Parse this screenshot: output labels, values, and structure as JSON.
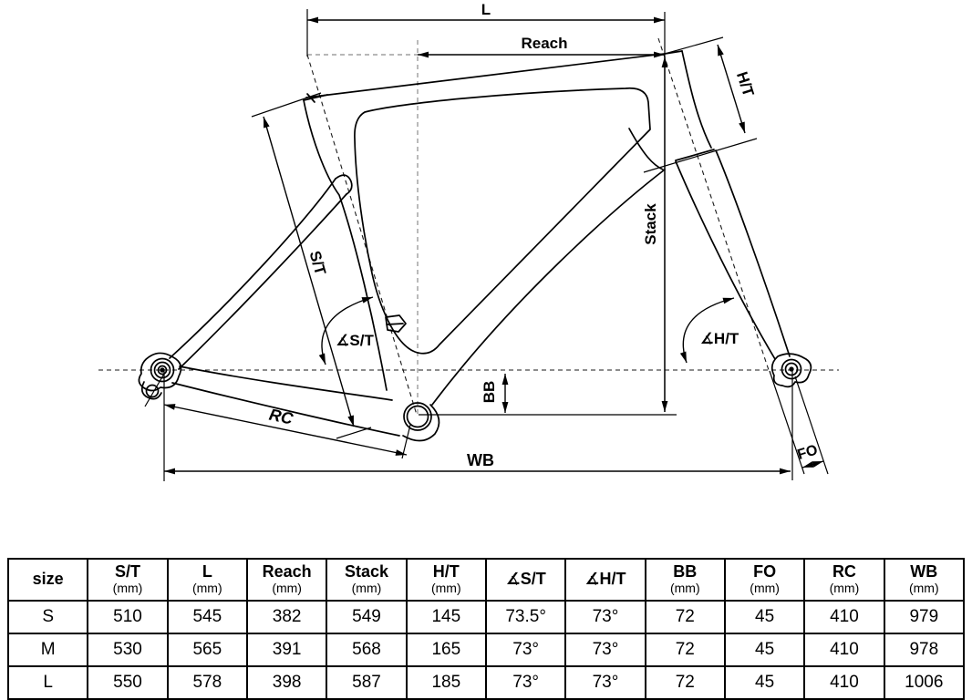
{
  "title": "Bicycle frame geometry diagram with size table",
  "diagram": {
    "labels": {
      "l": "L",
      "reach": "Reach",
      "ht": "H/T",
      "stack": "Stack",
      "st": "S/T",
      "angle_st": "∡S/T",
      "angle_ht": "∡H/T",
      "bb": "BB",
      "rc": "RC",
      "wb": "WB",
      "fo": "FO"
    },
    "colors": {
      "line": "#000000",
      "guide": "#8c8c8c",
      "background": "#ffffff"
    }
  },
  "table": {
    "columns": [
      {
        "label": "size",
        "sub": ""
      },
      {
        "label": "S/T",
        "sub": "(mm)"
      },
      {
        "label": "L",
        "sub": "(mm)"
      },
      {
        "label": "Reach",
        "sub": "(mm)"
      },
      {
        "label": "Stack",
        "sub": "(mm)"
      },
      {
        "label": "H/T",
        "sub": "(mm)"
      },
      {
        "label": "∡S/T",
        "sub": ""
      },
      {
        "label": "∡H/T",
        "sub": ""
      },
      {
        "label": "BB",
        "sub": "(mm)"
      },
      {
        "label": "FO",
        "sub": "(mm)"
      },
      {
        "label": "RC",
        "sub": "(mm)"
      },
      {
        "label": "WB",
        "sub": "(mm)"
      }
    ],
    "rows": [
      {
        "size": "S",
        "values": [
          "510",
          "545",
          "382",
          "549",
          "145",
          "73.5°",
          "73°",
          "72",
          "45",
          "410",
          "979"
        ]
      },
      {
        "size": "M",
        "values": [
          "530",
          "565",
          "391",
          "568",
          "165",
          "73°",
          "73°",
          "72",
          "45",
          "410",
          "978"
        ]
      },
      {
        "size": "L",
        "values": [
          "550",
          "578",
          "398",
          "587",
          "185",
          "73°",
          "73°",
          "72",
          "45",
          "410",
          "1006"
        ]
      }
    ]
  }
}
